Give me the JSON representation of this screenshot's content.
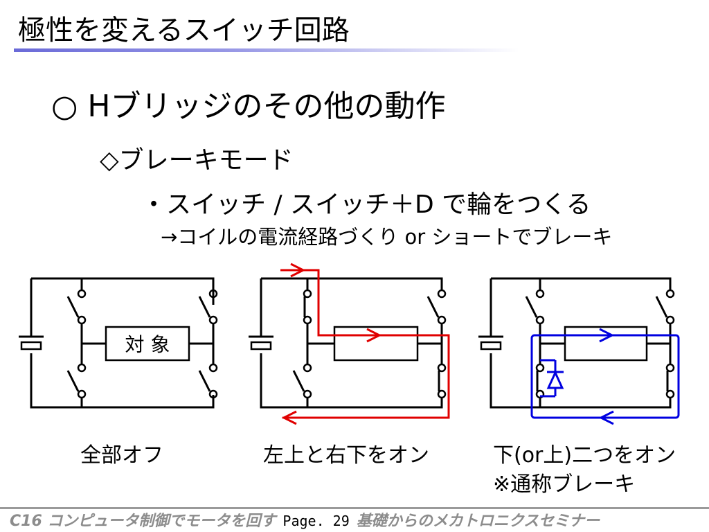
{
  "title": "極性を変えるスイッチ回路",
  "heading": "○ Hブリッジのその他の動作",
  "subheading": "◇ブレーキモード",
  "bullet": "・スイッチ / スイッチ＋D で輪をつくる",
  "note": "→コイルの電流経路づくり or ショートでブレーキ",
  "diagram": {
    "load_label": "対 象",
    "panels": [
      {
        "caption": "全部オフ"
      },
      {
        "caption": "左上と右下をオン",
        "path_color": "#e00000"
      },
      {
        "caption": "下(or上)二つをオン",
        "caption_note": "※通称ブレーキ",
        "path_color": "#0000e0"
      }
    ]
  },
  "footer": {
    "left": "C16 コンピュータ制御でモータを回す",
    "page": "Page. 29",
    "right": "基礎からのメカトロニクスセミナー"
  }
}
